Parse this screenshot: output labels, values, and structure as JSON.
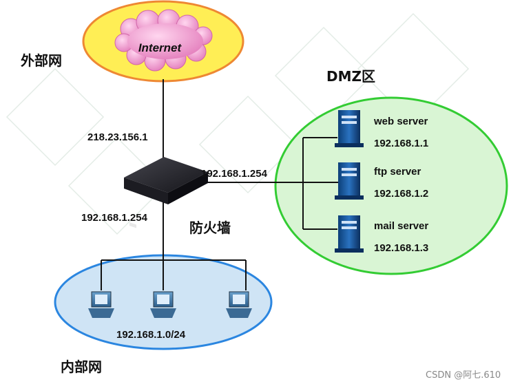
{
  "zones": {
    "external": "外部网",
    "dmz": "DMZ区",
    "internal": "内部网"
  },
  "cloud": {
    "label": "Internet"
  },
  "firewall": {
    "label": "防火墙",
    "ip_external": "218.23.156.1",
    "ip_dmz": "192.168.1.254",
    "ip_internal": "192.168.1.254"
  },
  "servers": [
    {
      "name": "web server",
      "ip": "192.168.1.1"
    },
    {
      "name": "ftp server",
      "ip": "192.168.1.2"
    },
    {
      "name": "mail server",
      "ip": "192.168.1.3"
    }
  ],
  "lan": {
    "subnet": "192.168.1.0/24"
  },
  "watermark": "CSDN @阿七.610",
  "colors": {
    "external_fill": "#ffee55",
    "external_stroke": "#ee8833",
    "cloud_fill": "#f4a6d2",
    "dmz_fill": "#d9f5d4",
    "dmz_stroke": "#33cc33",
    "internal_fill": "#cfe4f5",
    "internal_stroke": "#2b86e0"
  }
}
